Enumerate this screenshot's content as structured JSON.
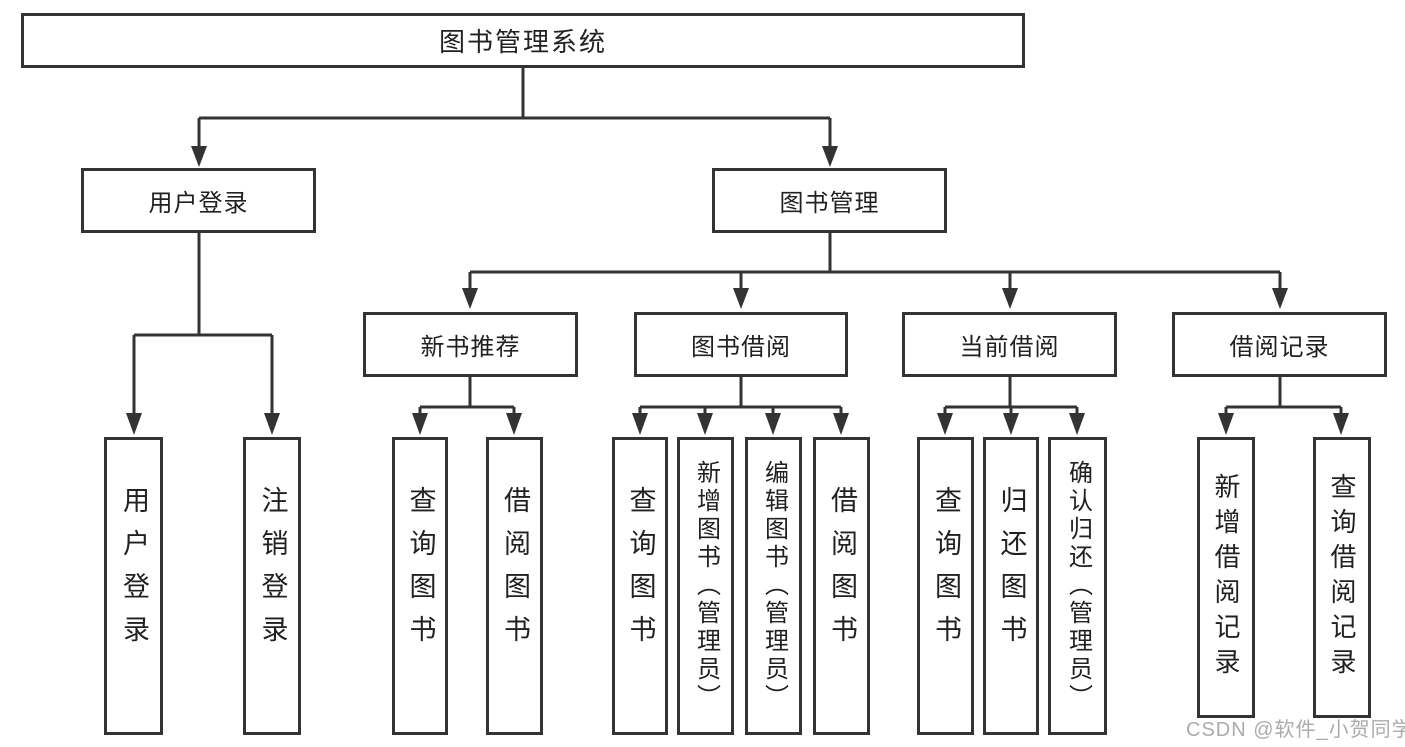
{
  "diagram": {
    "title": "图书管理系统",
    "branches": [
      {
        "label": "用户登录",
        "children": [
          {
            "label": "用户登录"
          },
          {
            "label": "注销登录"
          }
        ]
      },
      {
        "label": "图书管理",
        "children": [
          {
            "label": "新书推荐",
            "children": [
              {
                "label": "查询图书"
              },
              {
                "label": "借阅图书"
              }
            ]
          },
          {
            "label": "图书借阅",
            "children": [
              {
                "label": "查询图书"
              },
              {
                "label": "新增图书（管理员）"
              },
              {
                "label": "编辑图书（管理员）"
              },
              {
                "label": "借阅图书"
              }
            ]
          },
          {
            "label": "当前借阅",
            "children": [
              {
                "label": "查询图书"
              },
              {
                "label": "归还图书"
              },
              {
                "label": "确认归还（管理员）"
              }
            ]
          },
          {
            "label": "借阅记录",
            "children": [
              {
                "label": "新增借阅记录"
              },
              {
                "label": "查询借阅记录"
              }
            ]
          }
        ]
      }
    ]
  },
  "watermark": {
    "text": "CSDN @软件_小贺同学"
  },
  "colors": {
    "line": "#333333",
    "box_border": "#333333",
    "text": "#212121",
    "background": "#ffffff",
    "watermark": "#ababab"
  }
}
